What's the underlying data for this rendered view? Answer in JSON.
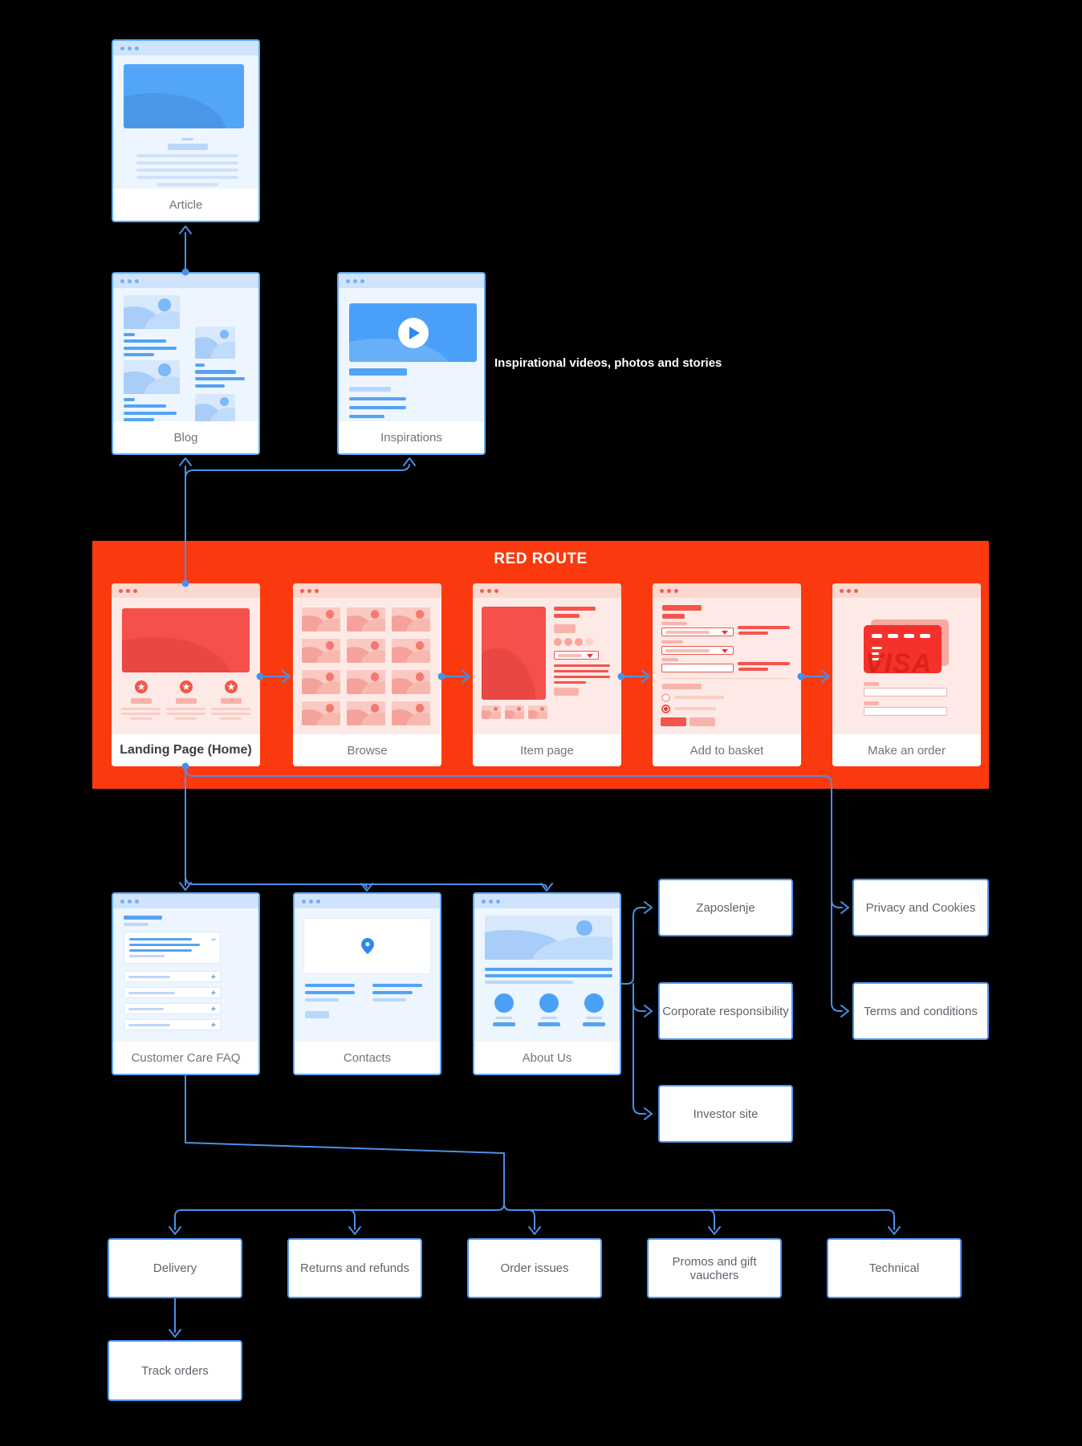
{
  "annotation": {
    "inspirations_note": "Inspirational videos, photos and stories"
  },
  "red_route": {
    "title": "RED ROUTE",
    "color": "#fa3a0e"
  },
  "nodes": {
    "article": {
      "label": "Article"
    },
    "blog": {
      "label": "Blog"
    },
    "inspirations": {
      "label": "Inspirations"
    },
    "landing": {
      "label": "Landing Page (Home)"
    },
    "browse": {
      "label": "Browse"
    },
    "item_page": {
      "label": "Item page"
    },
    "add_to_basket": {
      "label": "Add to basket"
    },
    "make_an_order": {
      "label": "Make an order"
    },
    "faq": {
      "label": "Customer Care FAQ"
    },
    "contacts": {
      "label": "Contacts"
    },
    "about_us": {
      "label": "About Us"
    },
    "zaposlenje": {
      "label": "Zaposlenje"
    },
    "corporate": {
      "label": "Corporate responsibility"
    },
    "investor": {
      "label": "Investor site"
    },
    "privacy": {
      "label": "Privacy and Cookies"
    },
    "terms": {
      "label": "Terms and conditions"
    },
    "delivery": {
      "label": "Delivery"
    },
    "returns": {
      "label": "Returns and refunds"
    },
    "order_issues": {
      "label": "Order issues"
    },
    "promos": {
      "label": "Promos and gift vauchers"
    },
    "technical": {
      "label": "Technical"
    },
    "track_orders": {
      "label": "Track orders"
    }
  },
  "wireframe_text": {
    "visa": "VISA"
  },
  "icons": {
    "plus": "+",
    "minus": "–"
  },
  "colors": {
    "connector_blue": "#4a90e8",
    "red_route_band": "#fa3a0e",
    "card_blue_border": "#5fa9f5"
  }
}
